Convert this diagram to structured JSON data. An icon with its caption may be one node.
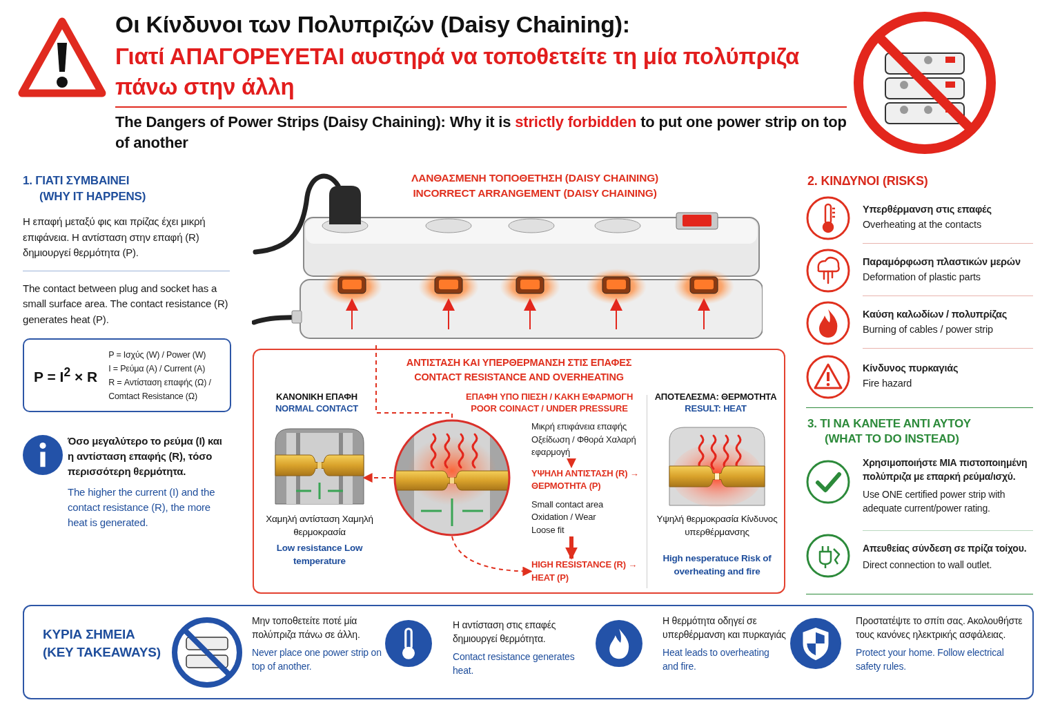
{
  "diagram": {
    "title": "Οι Κίνδυνοι των Πολυπριζών (Daisy Chaining):",
    "nodes": [
      {
        "text": [
          "ΛΑΝΘΑΣΜΕΝΗ ΤΟΠΟΘΕΤΗΣΗ (DAISY CHAINING)",
          "INCORRECT ARRANGEMENT (DAISY CHAINING)"
        ]
      },
      {
        "text": [
          "P = I$^{2}$ × R",
          "P = Ισχύς (W) / Power (W)",
          "I = Ρεύμα (A) / Current (A)",
          "R = Αντίσταση επαφής (Ω) / Comtact Resistance (Ω)"
        ]
      },
      {
        "text": [
          "ΑΝΤΙΣΤΑΣΗ ΚΑΙ ΥΠΕΡΘΕΡΜΑΝΣΗ ΣΤΙΣ ΕΠΑΦΕΣ",
          "CONTACT RESISTANCE AND OVERHEATING"
        ]
      },
      {
        "text": [],
        "shape": "picture",
        "in": 2,
        "beside": [
          "Χαμηλή αντίσταση Χαμηλή θερμοκρασία",
          "Low resistance Low temperature"
        ]
      },
      {
        "text": [],
        "shape": "picture",
        "in": 2
      },
      {
        "text": [
          "Μικρή επιφάνεια επαφής Οξείδωση / Φθορά Χαλαρή εφαρμογή"
        ],
        "in": 2
      },
      {
        "text": [
          "ΥΨΗΛΗ ΑΝΤΙΣΤΑΣΗ (R) → ΘΕΡΜΟΤΗΤΑ (P)"
        ],
        "in": 2
      },
      {
        "text": [
          "Small contact area Oxidation / Wear Loose fit"
        ],
        "in": 2
      },
      {
        "text": [
          "HIGH RESISTANCE (R) → HEAT (P)"
        ],
        "in": 2
      },
      {
        "text": [],
        "shape": "picture",
        "in": 2,
        "beside": [
          "Υψηλή θερμοκρασία Κίνδυνος υπερθέρμανσης",
          "High nesperatuce Risk of overheating and fire"
        ]
      }
    ],
    "edges": [
      {
        "from": 0,
        "to": 4,
        "arrow": "none",
        "style": "dashed"
      },
      {
        "from": 4,
        "to": 3,
        "arrow": "to",
        "style": "dashed"
      },
      {
        "from": 4,
        "to": 8,
        "arrow": "to",
        "style": "dashed"
      },
      {
        "from": 5,
        "to": 6,
        "arrow": "to"
      },
      {
        "from": 7,
        "to": 8,
        "arrow": "to",
        "style": "thick"
      }
    ],
    "labels": [
      "Γιατί ΑΠΑΓΟΡΕΥΕΤΑΙ αυστηρά να τοποθετείτε τη μία πολύπριζα πάνω στην άλλη",
      "The Dangers of Power Strips (Daisy Chaining): Why it is **strictly forbidden** to put one power strip on top of another",
      "1. ΓΙΑΤΙ ΣΥΜΒΑΙΝΕΙ",
      "(WHY IT HAPPENS)",
      "Η επαφή μεταξύ φις και πρίζας έχει μικρή επιφάνεια. Η αντίσταση στην επαφή (R) δημιουργεί θερμότητα (P).",
      "The contact between plug and socket has a small surface area. The contact resistance (R) generates heat (P).",
      "Όσο μεγαλύτερο το ρεύμα (I) και η αντίσταση επαφής (R), τόσο περισσότερη θερμότητα.",
      "The higher the current (I) and the contact resistance (R), the more heat is generated.",
      "ΚΑΝΟΝΙΚΗ ΕΠΑΦΗ",
      "NORMAL CONTACT",
      "ΕΠΑΦΗ ΥΠΟ ΠΙΕΣΗ / ΚΑΚΗ ΕΦΑΡΜΟΓΗ",
      "POOR COINACT / UNDER PRESSURE",
      "ΑΠΟΤΕΛΕΣΜΑ: ΘΕΡΜΟΤΗΤΑ",
      "RESULT: HEAT",
      "2. ΚΙΝΔΥΝΟΙ (RISKS)",
      "Υπερθέρμανση στις επαφές",
      "Overheating at the contacts",
      "Παραμόρφωση πλαστικών μερών",
      "Deformation of plastic parts",
      "Καύση καλωδίων / πολυπρίζας",
      "Burning of cables / power strip",
      "Κίνδυνος πυρκαγιάς",
      "Fire hazard",
      "3. ΤΙ ΝΑ ΚΑΝΕΤΕ ΑΝΤΙ ΑΥΤΟΥ",
      "(WHAT TO DO INSTEAD)",
      "Χρησιμοποιήστε ΜΙΑ πιστοποιημένη πολύπριζα με επαρκή ρεύμα/ισχύ.",
      "Use ONE certified power strip with adequate current/power rating.",
      "Απευθείας σύνδεση σε πρίζα τοίχου.",
      "Direct connection to wall outlet.",
      "ΚΥΡΙΑ ΣΗΜΕΙΑ (KEY TAKEAWAYS)",
      "Μην τοποθετείτε ποτέ μία πολύπριζα πάνω σε άλλη.",
      "Never place one power strip on top of another.",
      "Η αντίσταση στις επαφές δημιουργεί θερμότητα.",
      "Contact resistance generates heat.",
      "Η θερμότητα οδηγεί σε υπερθέρμανση και πυρκαγιάς",
      "Heat leads to overheating and fire.",
      "Προστατέψτε το σπίτι σας. Ακολουθήστε τους κανόνες ηλεκτρικής ασφάλειας.",
      "Protect your home. Follow electrical safety rules."
    ]
  }
}
